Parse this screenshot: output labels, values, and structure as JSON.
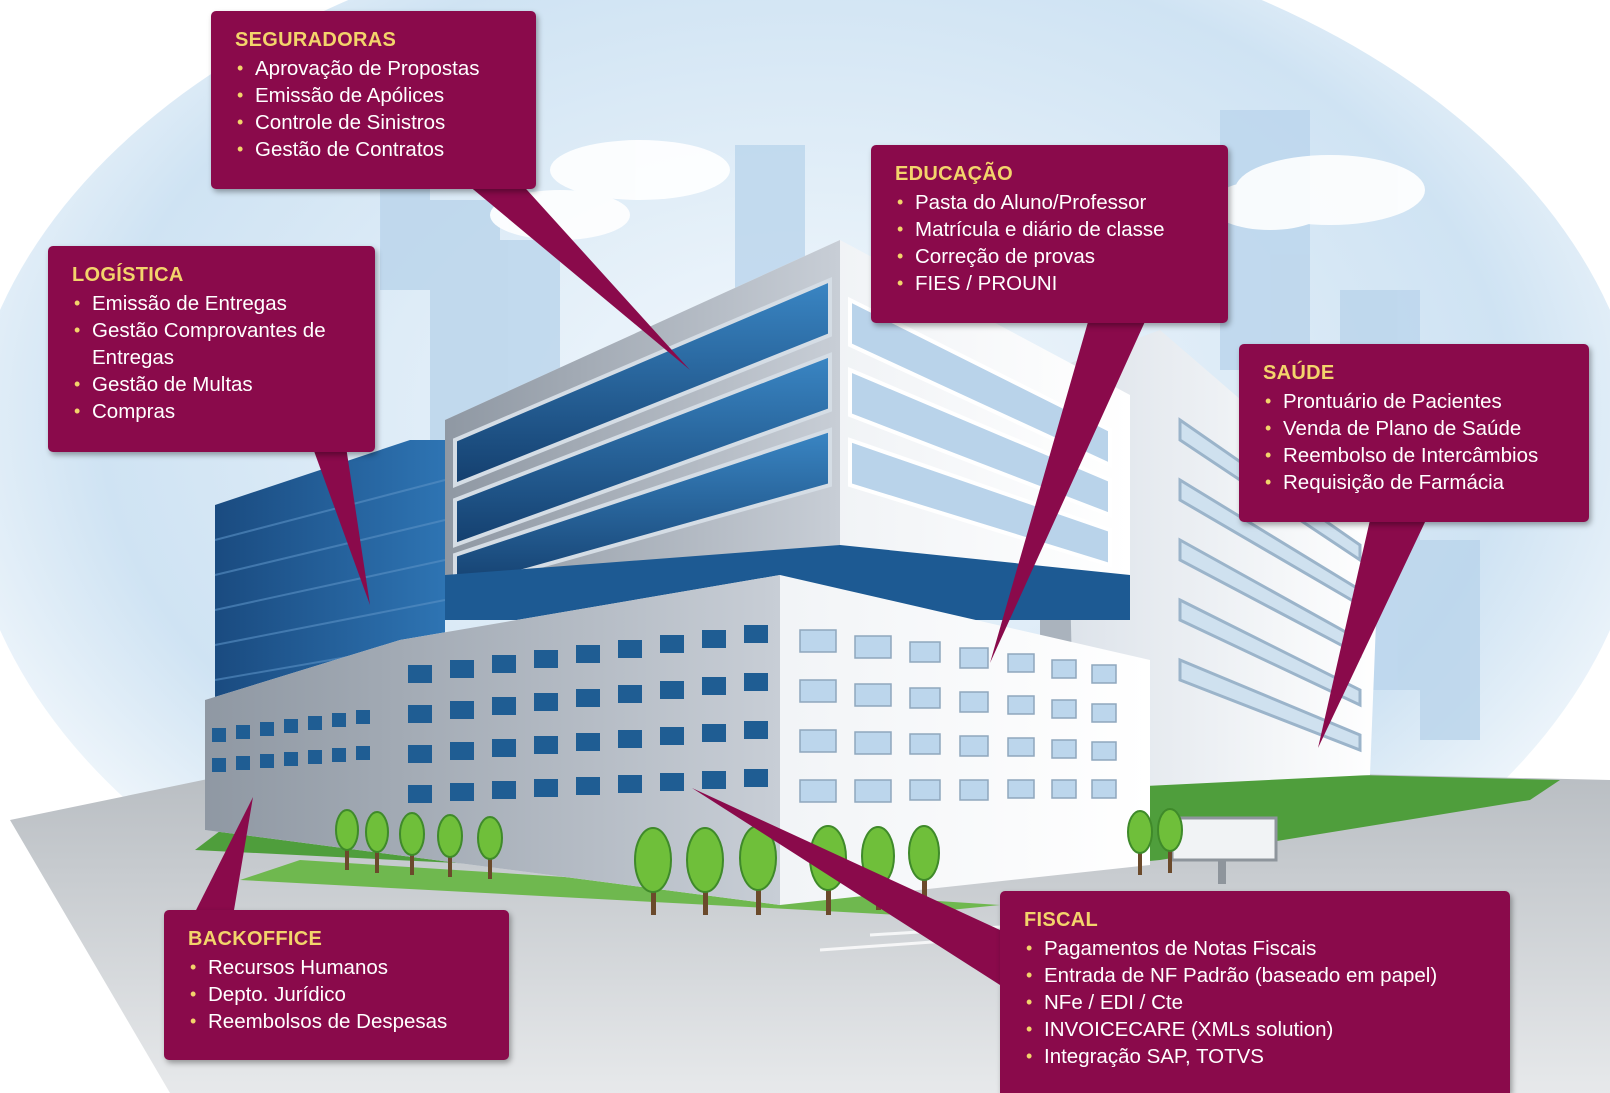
{
  "callouts": {
    "seguradoras": {
      "title": "SEGURADORAS",
      "items": [
        "Aprovação de Propostas",
        "Emissão de Apólices",
        "Controle de Sinistros",
        "Gestão de Contratos"
      ]
    },
    "logistica": {
      "title": "LOGÍSTICA",
      "items": [
        "Emissão de Entregas",
        "Gestão Comprovantes de Entregas",
        "Gestão de Multas",
        "Compras"
      ]
    },
    "educacao": {
      "title": "EDUCAÇÃO",
      "items": [
        "Pasta do Aluno/Professor",
        "Matrícula e diário de classe",
        "Correção de provas",
        "FIES /  PROUNI"
      ]
    },
    "saude": {
      "title": "SAÚDE",
      "items": [
        "Prontuário de Pacientes",
        "Venda de Plano de Saúde",
        "Reembolso de Intercâmbios",
        "Requisição de Farmácia"
      ]
    },
    "backoffice": {
      "title": "BACKOFFICE",
      "items": [
        "Recursos Humanos",
        "Depto. Jurídico",
        "Reembolsos de Despesas"
      ]
    },
    "fiscal": {
      "title": "FISCAL",
      "items": [
        "Pagamentos de Notas Fiscais",
        "Entrada de NF Padrão (baseado em papel)",
        "NFe / EDI / Cte",
        "INVOICECARE (XMLs solution)",
        "Integração SAP, TOTVS"
      ]
    }
  },
  "colors": {
    "callout_bg": "#8a0a4b",
    "title": "#f3d46b",
    "text": "#ffffff",
    "sky": "#d9eaf7",
    "glass_blue": "#1f5d93",
    "grass": "#4f9e3c"
  },
  "icons": [
    "building-illustration",
    "tree-icon",
    "billboard-icon"
  ]
}
